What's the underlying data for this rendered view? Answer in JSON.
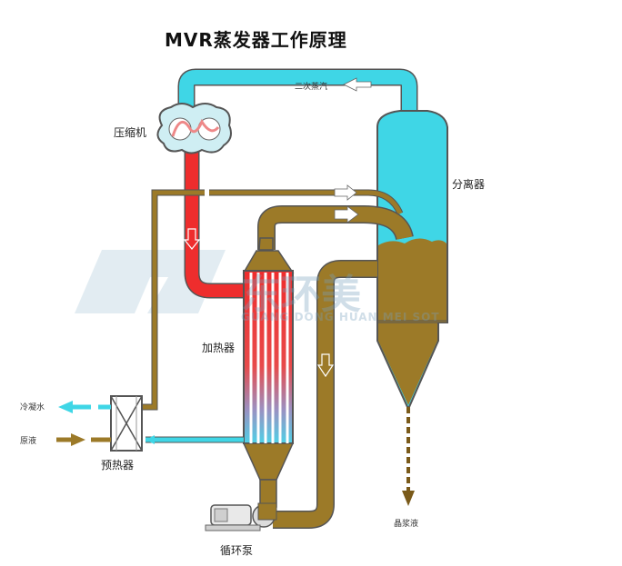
{
  "title": "MVR蒸发器工作原理",
  "labels": {
    "compressor": "压缩机",
    "separator": "分离器",
    "heater": "加热器",
    "preheater": "预热器",
    "pump": "循环泵",
    "secondary_steam": "二次蒸汽",
    "condensate": "冷凝水",
    "raw_liquid": "原液",
    "crystal_slurry": "晶浆液"
  },
  "watermark": {
    "cn": "东环美",
    "en": "GUANG DONG HUAN MEI SOT"
  },
  "colors": {
    "steam": "#3fd6e6",
    "liquid": "#9c7a28",
    "hot_steam": "#ee2d2d",
    "outline": "#555555"
  }
}
